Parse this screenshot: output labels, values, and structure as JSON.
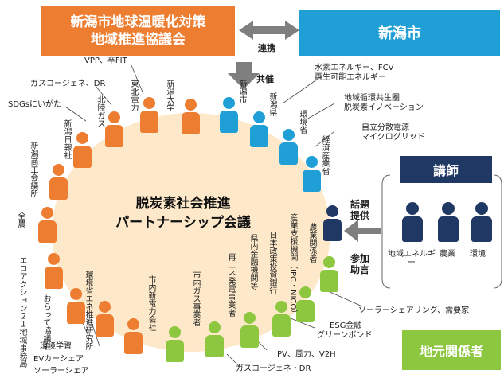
{
  "top_left_box": {
    "line1": "新潟市地球温暖化対策",
    "line2": "地域推進協議会"
  },
  "top_right_box": {
    "label": "新潟市"
  },
  "renkei_label": "連携",
  "kyosai_label": "共催",
  "center": {
    "line1": "脱炭素社会推進",
    "line2": "パートナーシップ会議"
  },
  "lecturer": {
    "title": "講師",
    "people": [
      "地域エネルギー",
      "農業",
      "環境"
    ]
  },
  "topic_label": {
    "line1": "話題",
    "line2": "提供"
  },
  "participate_label": {
    "line1": "参加",
    "line2": "助言"
  },
  "local_box": "地元関係者",
  "members_orange": [
    "北陸ガス",
    "東北電力",
    "新潟大学",
    "新潟日報社",
    "新潟商工会議所",
    "全農",
    "エコアクション２１地域事務局",
    "おらって協議会",
    "環境省エネ推進研究所",
    "市内新電力会社"
  ],
  "members_blue": [
    "新潟市",
    "新潟県",
    "環境省",
    "経済産業省"
  ],
  "members_green": [
    "農業関係者",
    "産業支援機関（IPC・NICO）",
    "日本政策投資銀行",
    "県内金融機関等",
    "再エネ発電事業者",
    "市内ガス事業者"
  ],
  "notes": {
    "vpp": "VPP、卒FIT",
    "gas_dr": "ガスコージェネ、DR",
    "sdgs": "SDGsにいがた",
    "hydrogen1": "水素エネルギー、FCV",
    "hydrogen2": "再生可能エネルギー",
    "regional1": "地域循環共生圏",
    "regional2": "脱炭素イノベーション",
    "autonomous1": "自立分散電源",
    "autonomous2": "マイクログリッド",
    "solar_share": "ソーラーシェアリング、需要家",
    "esg1": "ESG金融",
    "esg2": "グリーンボンド",
    "pv": "PV、風力、V2H",
    "gas_cogene": "ガスコージェネ・DR",
    "env_edu": "環境学習",
    "ev": "EVカーシェア",
    "solar": "ソーラーシェア"
  },
  "colors": {
    "orange": "#ed7d31",
    "blue": "#1f9fd6",
    "green": "#8dc63f",
    "navy": "#1f3864",
    "ring_fill": "#fde9c9"
  }
}
